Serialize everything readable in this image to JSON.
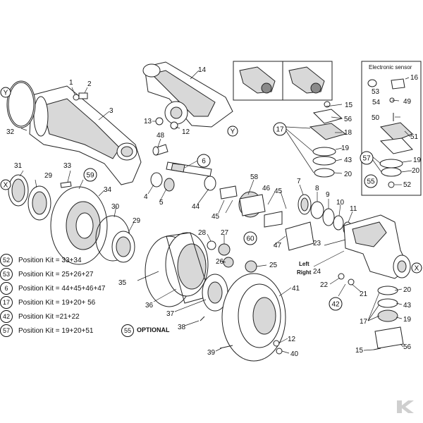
{
  "labels": {
    "n1": "1",
    "n2": "2",
    "n3": "3",
    "n14": "14",
    "n32": "32",
    "n13": "13",
    "n12a": "12",
    "n48": "48",
    "n6": "6",
    "n31": "31",
    "n29a": "29",
    "n33": "33",
    "n59": "59",
    "n34": "34",
    "n4": "4",
    "n5": "5",
    "n44": "44",
    "n58": "58",
    "n46": "46",
    "n45a": "45",
    "n45b": "45",
    "n30": "30",
    "n29b": "29",
    "n28": "28",
    "n27": "27",
    "n60": "60",
    "n26": "26",
    "n25": "25",
    "n47": "47",
    "n7": "7",
    "n8": "8",
    "n9": "9",
    "n10": "10",
    "n11": "11",
    "n23": "23",
    "n24": "24",
    "n15a": "15",
    "n56a": "56",
    "n17a": "17",
    "n18": "18",
    "n19a": "19",
    "n43a": "43",
    "n20a": "20",
    "n16": "16",
    "n53": "53",
    "n54": "54",
    "n49": "49",
    "n50": "50",
    "n51": "51",
    "n57": "57",
    "n19b": "19",
    "n20b": "20",
    "n55": "55",
    "n52": "52",
    "n35": "35",
    "n36": "36",
    "n37": "37",
    "n38": "38",
    "n41": "41",
    "n39": "39",
    "n12b": "12",
    "n40": "40",
    "n22": "22",
    "n21": "21",
    "n42": "42",
    "n20c": "20",
    "n43b": "43",
    "n17b": "17",
    "n19c": "19",
    "n15b": "15",
    "n56b": "56"
  },
  "side": {
    "left": "Left",
    "right": "Right"
  },
  "markers": {
    "x": "X",
    "y": "Y"
  },
  "electronic_sensor_title": "Electronic sensor",
  "legend": [
    {
      "badge": "52",
      "text": "Position Kit = 33+34"
    },
    {
      "badge": "53",
      "text": "Position Kit = 25+26+27"
    },
    {
      "badge": "6",
      "text": "Position Kit = 44+45+46+47"
    },
    {
      "badge": "17",
      "text": "Position Kit = 19+20+ 56"
    },
    {
      "badge": "42",
      "text": "Position Kit =21+22"
    },
    {
      "badge": "57",
      "text": "Position Kit = 19+20+51"
    }
  ],
  "optional": {
    "badge": "55",
    "text": "OPTIONAL"
  }
}
